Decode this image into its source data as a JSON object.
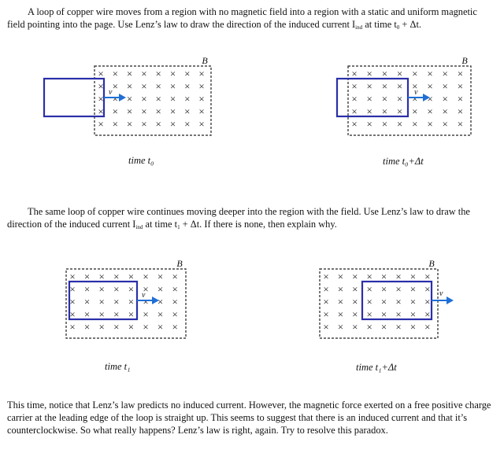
{
  "problem": {
    "intro": "A loop of copper wire moves from a region with no magnetic field into a region with a static and uniform magnetic field pointing into the page. Use Lenz’s law to draw the direction of the induced current I",
    "intro_sub": "ind",
    "intro_end": " at time t",
    "intro_sub2": "0",
    "intro_tail": " + Δt.",
    "middle": "The same loop of copper wire continues moving deeper into the region with the field. Use Lenz’s law to draw the direction of the induced current I",
    "middle_sub": "ind",
    "middle_end": " at time t",
    "middle_sub2": "1",
    "middle_tail": " + Δt. If there is none, then explain why.",
    "final": "This time, notice that Lenz’s law predicts no induced current. However, the magnetic force exerted on a free positive charge carrier at the leading edge of the loop is straight up. This seems to suggest that there is an induced current and that it’s counterclockwise. So what really happens? Lenz’s law is right, again. Try to resolve this paradox."
  },
  "labels": {
    "field": "B",
    "velocity": "v",
    "cross": "×"
  },
  "captions": {
    "d1": "time t₀",
    "d2": "time t₀+Δt",
    "d3": "time t₁",
    "d4": "time t₁+Δt"
  },
  "colors": {
    "loop": "#2b2fa8",
    "arrow": "#1f6fd6",
    "text": "#111111"
  }
}
